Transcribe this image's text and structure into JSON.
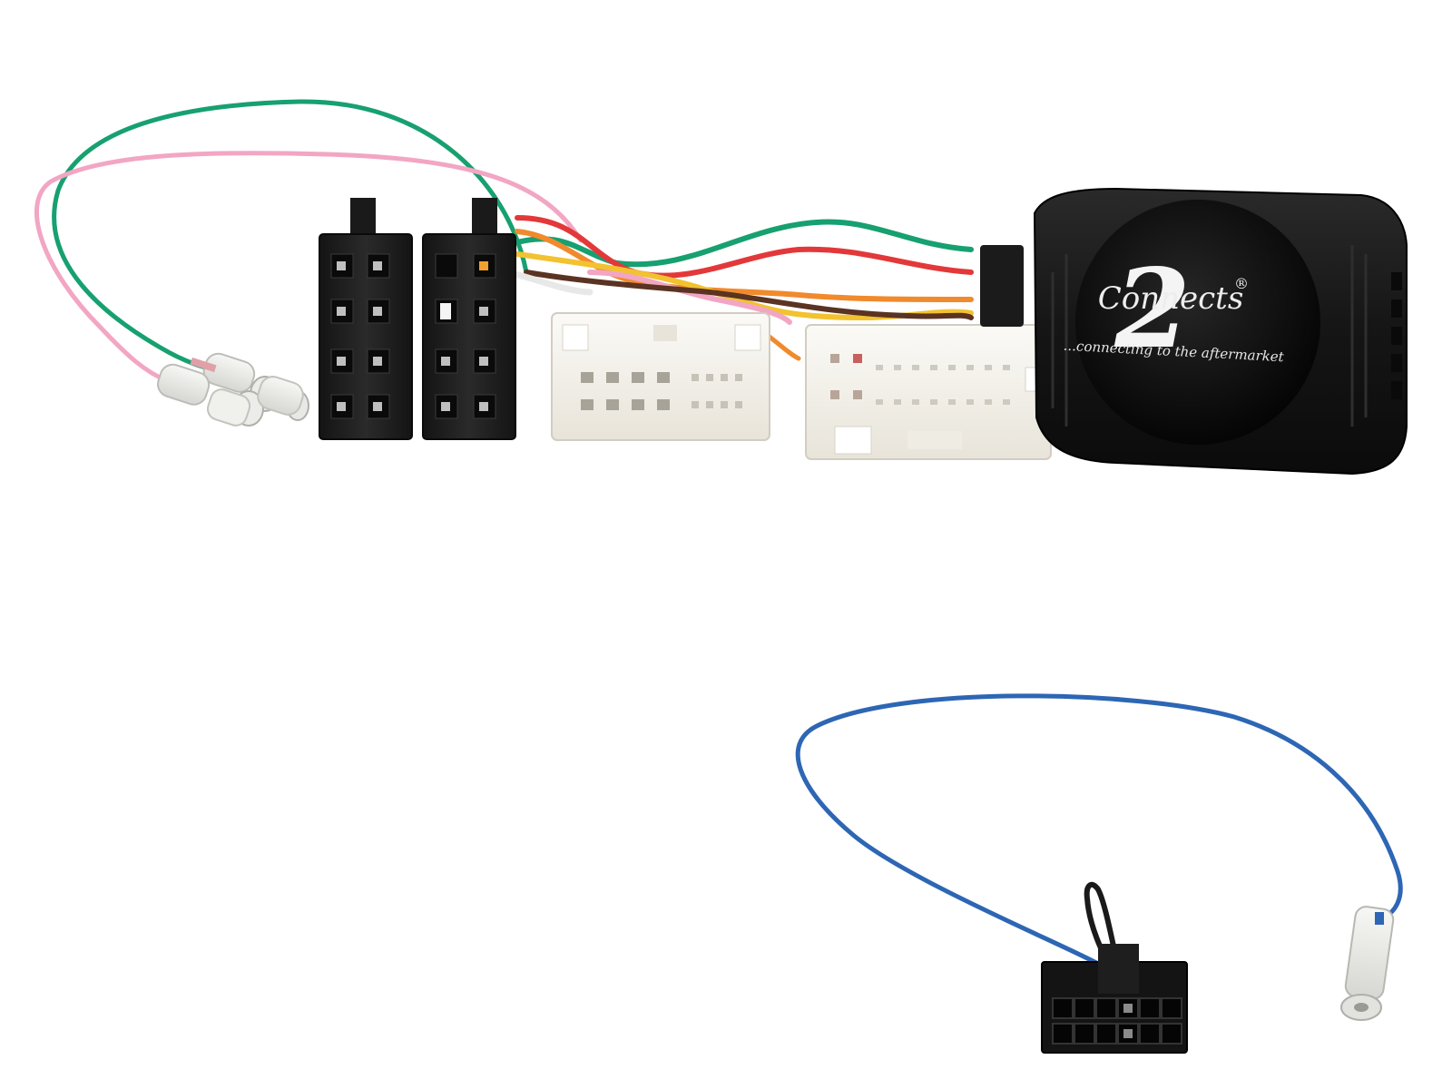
{
  "product_photo": {
    "brand": {
      "logo_text": "Connects",
      "logo_numeral": "2",
      "registered_mark": "®",
      "tagline": "...connecting to the aftermarket"
    },
    "colors": {
      "background": "#ffffff",
      "module_body": "#151515",
      "iso_connector": "#1c1c1c",
      "white_connector": "#f4f1ea",
      "wire_green": "#17a070",
      "wire_pink": "#f2a6c3",
      "wire_red": "#e3383a",
      "wire_orange": "#f08a2c",
      "wire_yellow": "#f2c230",
      "wire_brown": "#5a3322",
      "wire_white": "#f2f2f2",
      "wire_blue": "#2d66b4",
      "wire_black": "#1a1a1a"
    }
  }
}
